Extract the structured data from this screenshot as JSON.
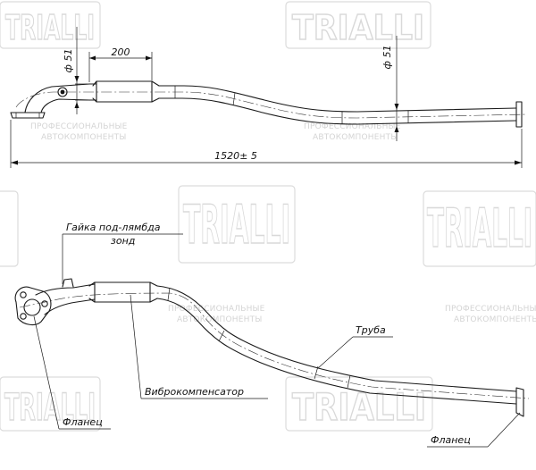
{
  "watermark": {
    "brand": "TRIALLI",
    "subtitle_line1": "ПРОФЕССИОНАЛЬНЫЕ",
    "subtitle_line2": "АВТОКОМПОНЕНТЫ"
  },
  "dimensions": {
    "diameter_left": "ф 51",
    "diameter_right": "ф 51",
    "length_200": "200",
    "total_length": "1520± 5"
  },
  "labels": {
    "lambda_nut_line1": "Гайка под-лямбда",
    "lambda_nut_line2": "зонд",
    "pipe": "Труба",
    "vibration_compensator": "Виброкомпенсатор",
    "flange_left": "Фланец",
    "flange_right": "Фланец"
  }
}
